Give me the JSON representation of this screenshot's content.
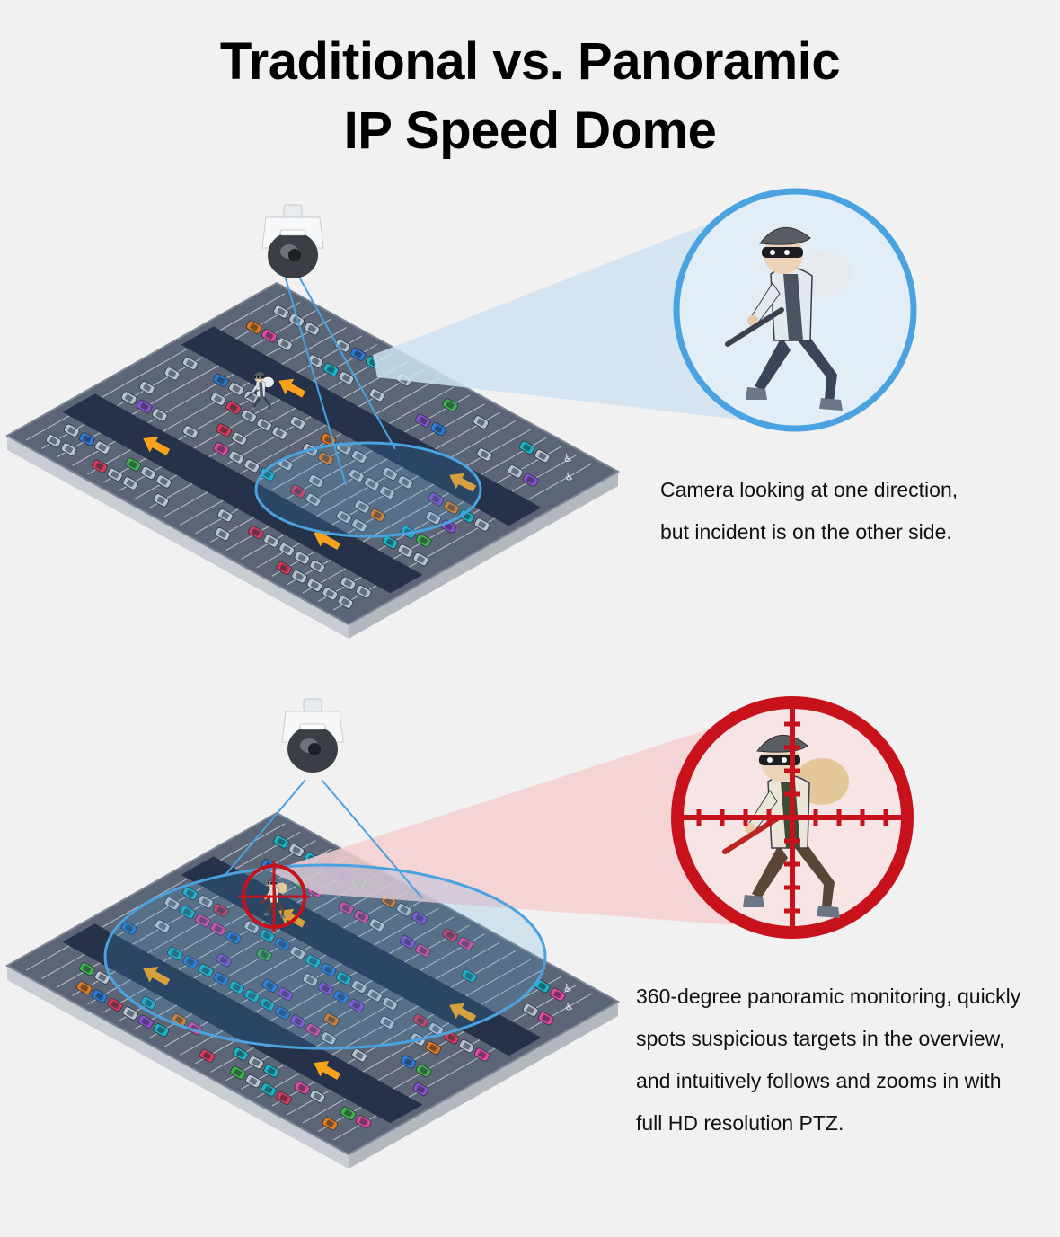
{
  "title": {
    "line1": "Traditional vs. Panoramic",
    "line2": "IP Speed Dome"
  },
  "scenes": [
    {
      "caption": [
        "Camera looking at one direction,",
        "but incident is on the other side."
      ],
      "mode": "traditional",
      "accent": "#4aa3e0",
      "cone_tint": "#cfe3f1"
    },
    {
      "caption": [
        "360-degree panoramic monitoring, quickly",
        "spots suspicious targets in the overview,",
        "and intuitively follows and zooms in with",
        "full HD resolution PTZ."
      ],
      "mode": "panoramic",
      "accent": "#c8121b",
      "cone_tint": "#f6cfd1"
    }
  ],
  "colors": {
    "lot_surface": "#5b6575",
    "lot_edge": "#7c8593",
    "lane": "#25324a",
    "lines": "#e8ecf2",
    "arrow": "#f6a21a",
    "car_palette": [
      "#b8c3d0",
      "#d63a5a",
      "#2c7cd6",
      "#3fb24a",
      "#8c4fd0",
      "#e47a1e",
      "#19b4c6",
      "#e0479e"
    ]
  }
}
